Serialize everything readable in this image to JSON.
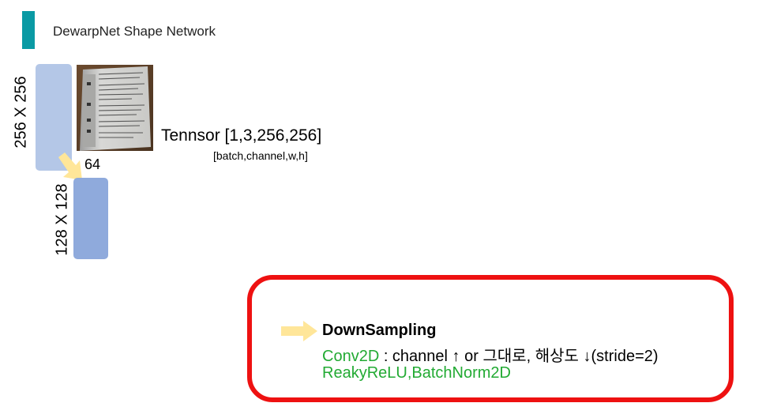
{
  "header": {
    "title": "DewarpNet Shape Network",
    "accent_color": "#0a9aa4"
  },
  "diagram": {
    "block_256": {
      "label": "256 X 256",
      "color": "#b4c7e7"
    },
    "block_128": {
      "label": "128 X 128",
      "color": "#8faadc"
    },
    "channel_count": "64",
    "input_image": {
      "icon": "document-photo-icon"
    },
    "tensor": {
      "label": "Tennsor [1,3,256,256]",
      "sub_label": "[batch,channel,w,h]"
    }
  },
  "callout": {
    "border_color": "#ee1111",
    "arrow_color": "#ffe699",
    "title": "DownSampling",
    "op1_name": "Conv2D",
    "op1_desc": " : channel ↑ or 그대로, 해상도 ↓(stride=2)",
    "op2_name": "ReakyReLU,BatchNorm2D",
    "highlight_color": "#22aa33"
  }
}
